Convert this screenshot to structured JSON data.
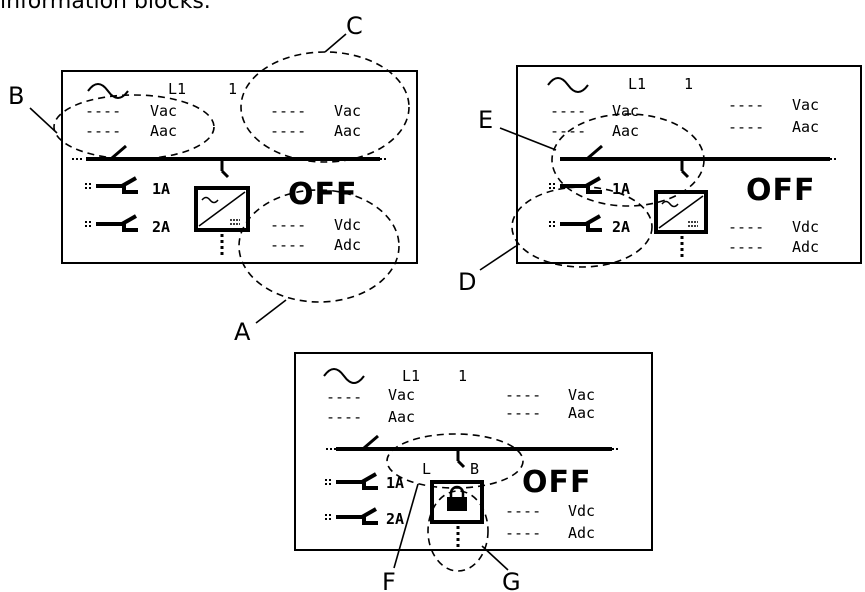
{
  "caption_fragment": "information blocks.",
  "panels": [
    {
      "phase": "L1",
      "unit": "1",
      "ac_out": {
        "value": "----",
        "volts_unit": "Vac",
        "amps_unit": "Aac"
      },
      "ac_in": {
        "value": "----",
        "volts_unit": "Vac",
        "amps_unit": "Aac"
      },
      "dc": {
        "value": "----",
        "volts_unit": "Vdc",
        "amps_unit": "Adc"
      },
      "breaker_1": "1A",
      "breaker_2": "2A",
      "state": "OFF"
    },
    {
      "phase": "L1",
      "unit": "1",
      "ac_out": {
        "value": "----",
        "volts_unit": "Vac",
        "amps_unit": "Aac"
      },
      "ac_in": {
        "value": "----",
        "volts_unit": "Vac",
        "amps_unit": "Aac"
      },
      "dc": {
        "value": "----",
        "volts_unit": "Vdc",
        "amps_unit": "Adc"
      },
      "breaker_1": "1A",
      "breaker_2": "2A",
      "state": "OFF"
    },
    {
      "phase": "L1",
      "unit": "1",
      "ac_out": {
        "value": "----",
        "volts_unit": "Vac",
        "amps_unit": "Aac"
      },
      "ac_in": {
        "value": "----",
        "volts_unit": "Vac",
        "amps_unit": "Aac"
      },
      "dc": {
        "value": "----",
        "volts_unit": "Vdc",
        "amps_unit": "Adc"
      },
      "breaker_1": "1A",
      "breaker_2": "2A",
      "state": "OFF",
      "relay_left": "L",
      "relay_right": "B"
    }
  ],
  "callouts": {
    "a": "A",
    "b": "B",
    "c": "C",
    "d": "D",
    "e": "E",
    "f": "F",
    "g": "G"
  },
  "icons": [
    "sine-wave-icon",
    "inverter-icon",
    "lock-icon",
    "breaker-switch-icon"
  ]
}
